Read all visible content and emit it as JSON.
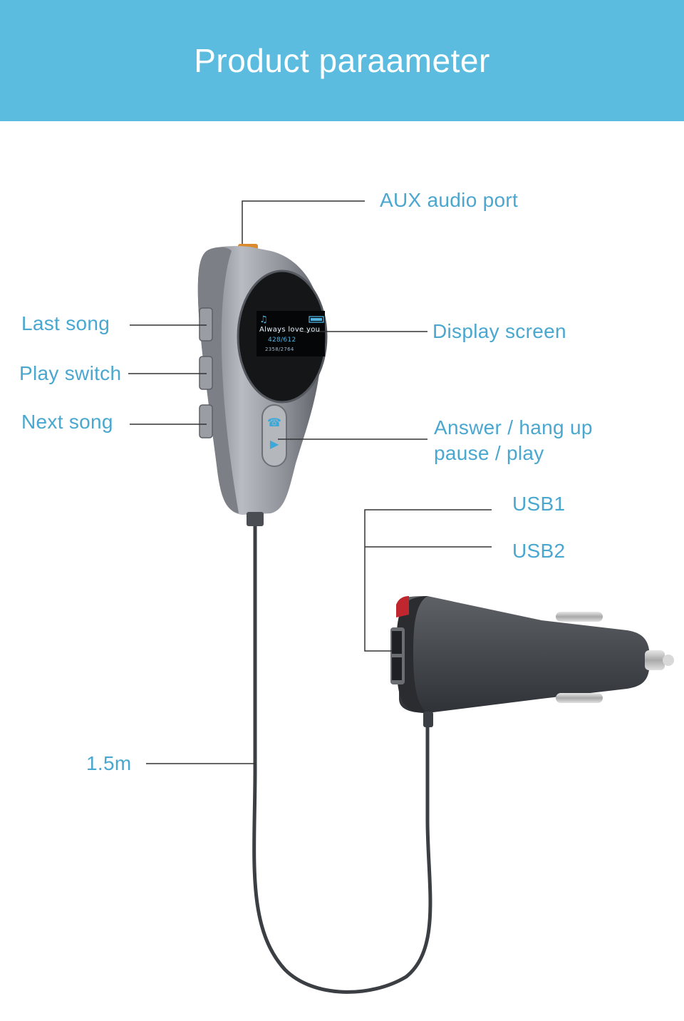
{
  "header": {
    "title": "Product paraameter"
  },
  "labels": {
    "aux": "AUX audio port",
    "last_song": "Last song",
    "play_switch": "Play switch",
    "next_song": "Next song",
    "display_screen": "Display screen",
    "answer_line1": "Answer / hang up",
    "answer_line2": "pause / play",
    "usb1": "USB1",
    "usb2": "USB2",
    "cable_length": "1.5m"
  },
  "screen": {
    "song": "Always love you",
    "track": "428/612",
    "time": "2358/2764"
  },
  "colors": {
    "banner": "#5bbcdf",
    "label": "#4aa7cf",
    "leader_line": "#333333",
    "device_body": "#8d9097",
    "charger_body": "#4a4d52"
  }
}
